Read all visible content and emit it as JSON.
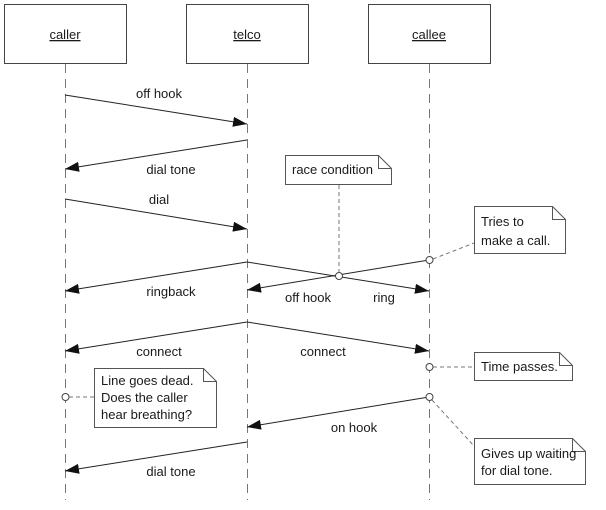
{
  "objects": {
    "caller": "caller",
    "telco": "telco",
    "callee": "callee"
  },
  "messages": {
    "off_hook_1": "off hook",
    "dial_tone_1": "dial tone",
    "dial": "dial",
    "ringback": "ringback",
    "off_hook_2": "off hook",
    "ring": "ring",
    "connect_caller": "connect",
    "connect_callee": "connect",
    "on_hook": "on hook",
    "dial_tone_2": "dial tone"
  },
  "notes": {
    "race_condition": [
      "race condition"
    ],
    "tries_to_call": [
      "Tries  to",
      "make a call."
    ],
    "time_passes": [
      "Time passes."
    ],
    "line_dead": [
      "Line goes dead.",
      "Does the caller",
      "hear breathing?"
    ],
    "gives_up": [
      "Gives up waiting",
      "for dial tone."
    ]
  },
  "colors": {
    "line": "#222222",
    "box_border": "#444444",
    "background": "#ffffff"
  }
}
